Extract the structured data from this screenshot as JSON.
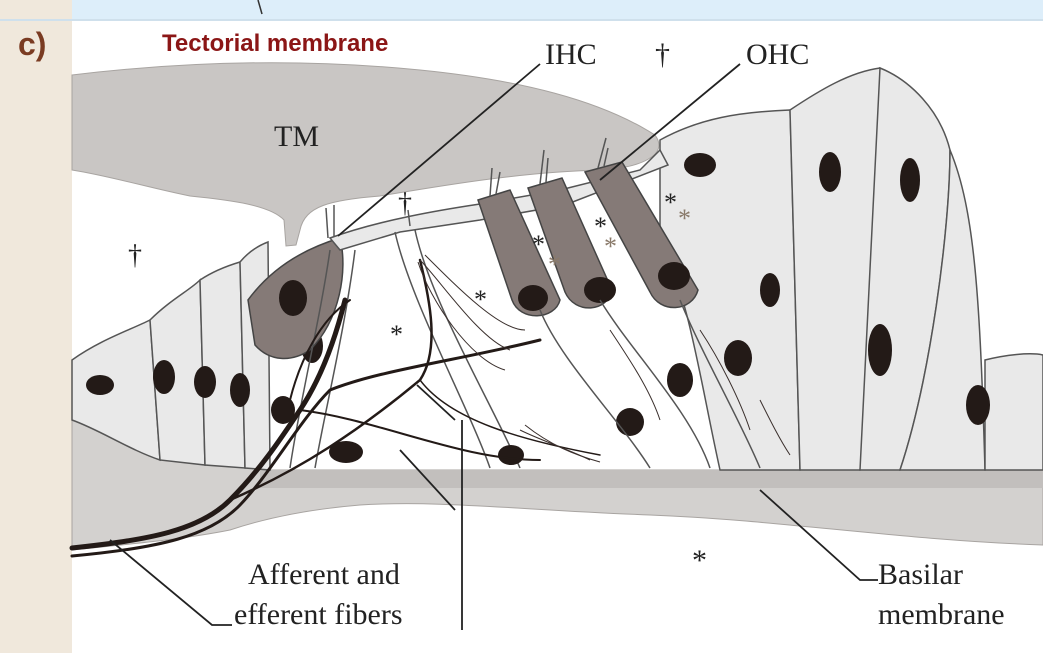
{
  "panel_letter": "c)",
  "labels": {
    "tectorial": "Tectorial membrane",
    "ihc": "IHC",
    "ohc": "OHC",
    "tm": "TM",
    "dagger": "†",
    "star": "*",
    "afferent_line1": "Afferent and",
    "afferent_line2": "efferent fibers",
    "basilar_line1": "Basilar",
    "basilar_line2": "membrane"
  },
  "colors": {
    "background": "#ddeefa",
    "figure_bg": "#ffffff",
    "tectorial_label": "#8b1616",
    "panel_letter": "#7a3b22",
    "membrane_gray": "#c9c6c4",
    "cell_fill": "#e9e9e9",
    "hair_cell_fill": "#857a77",
    "nucleus": "#231a17"
  }
}
